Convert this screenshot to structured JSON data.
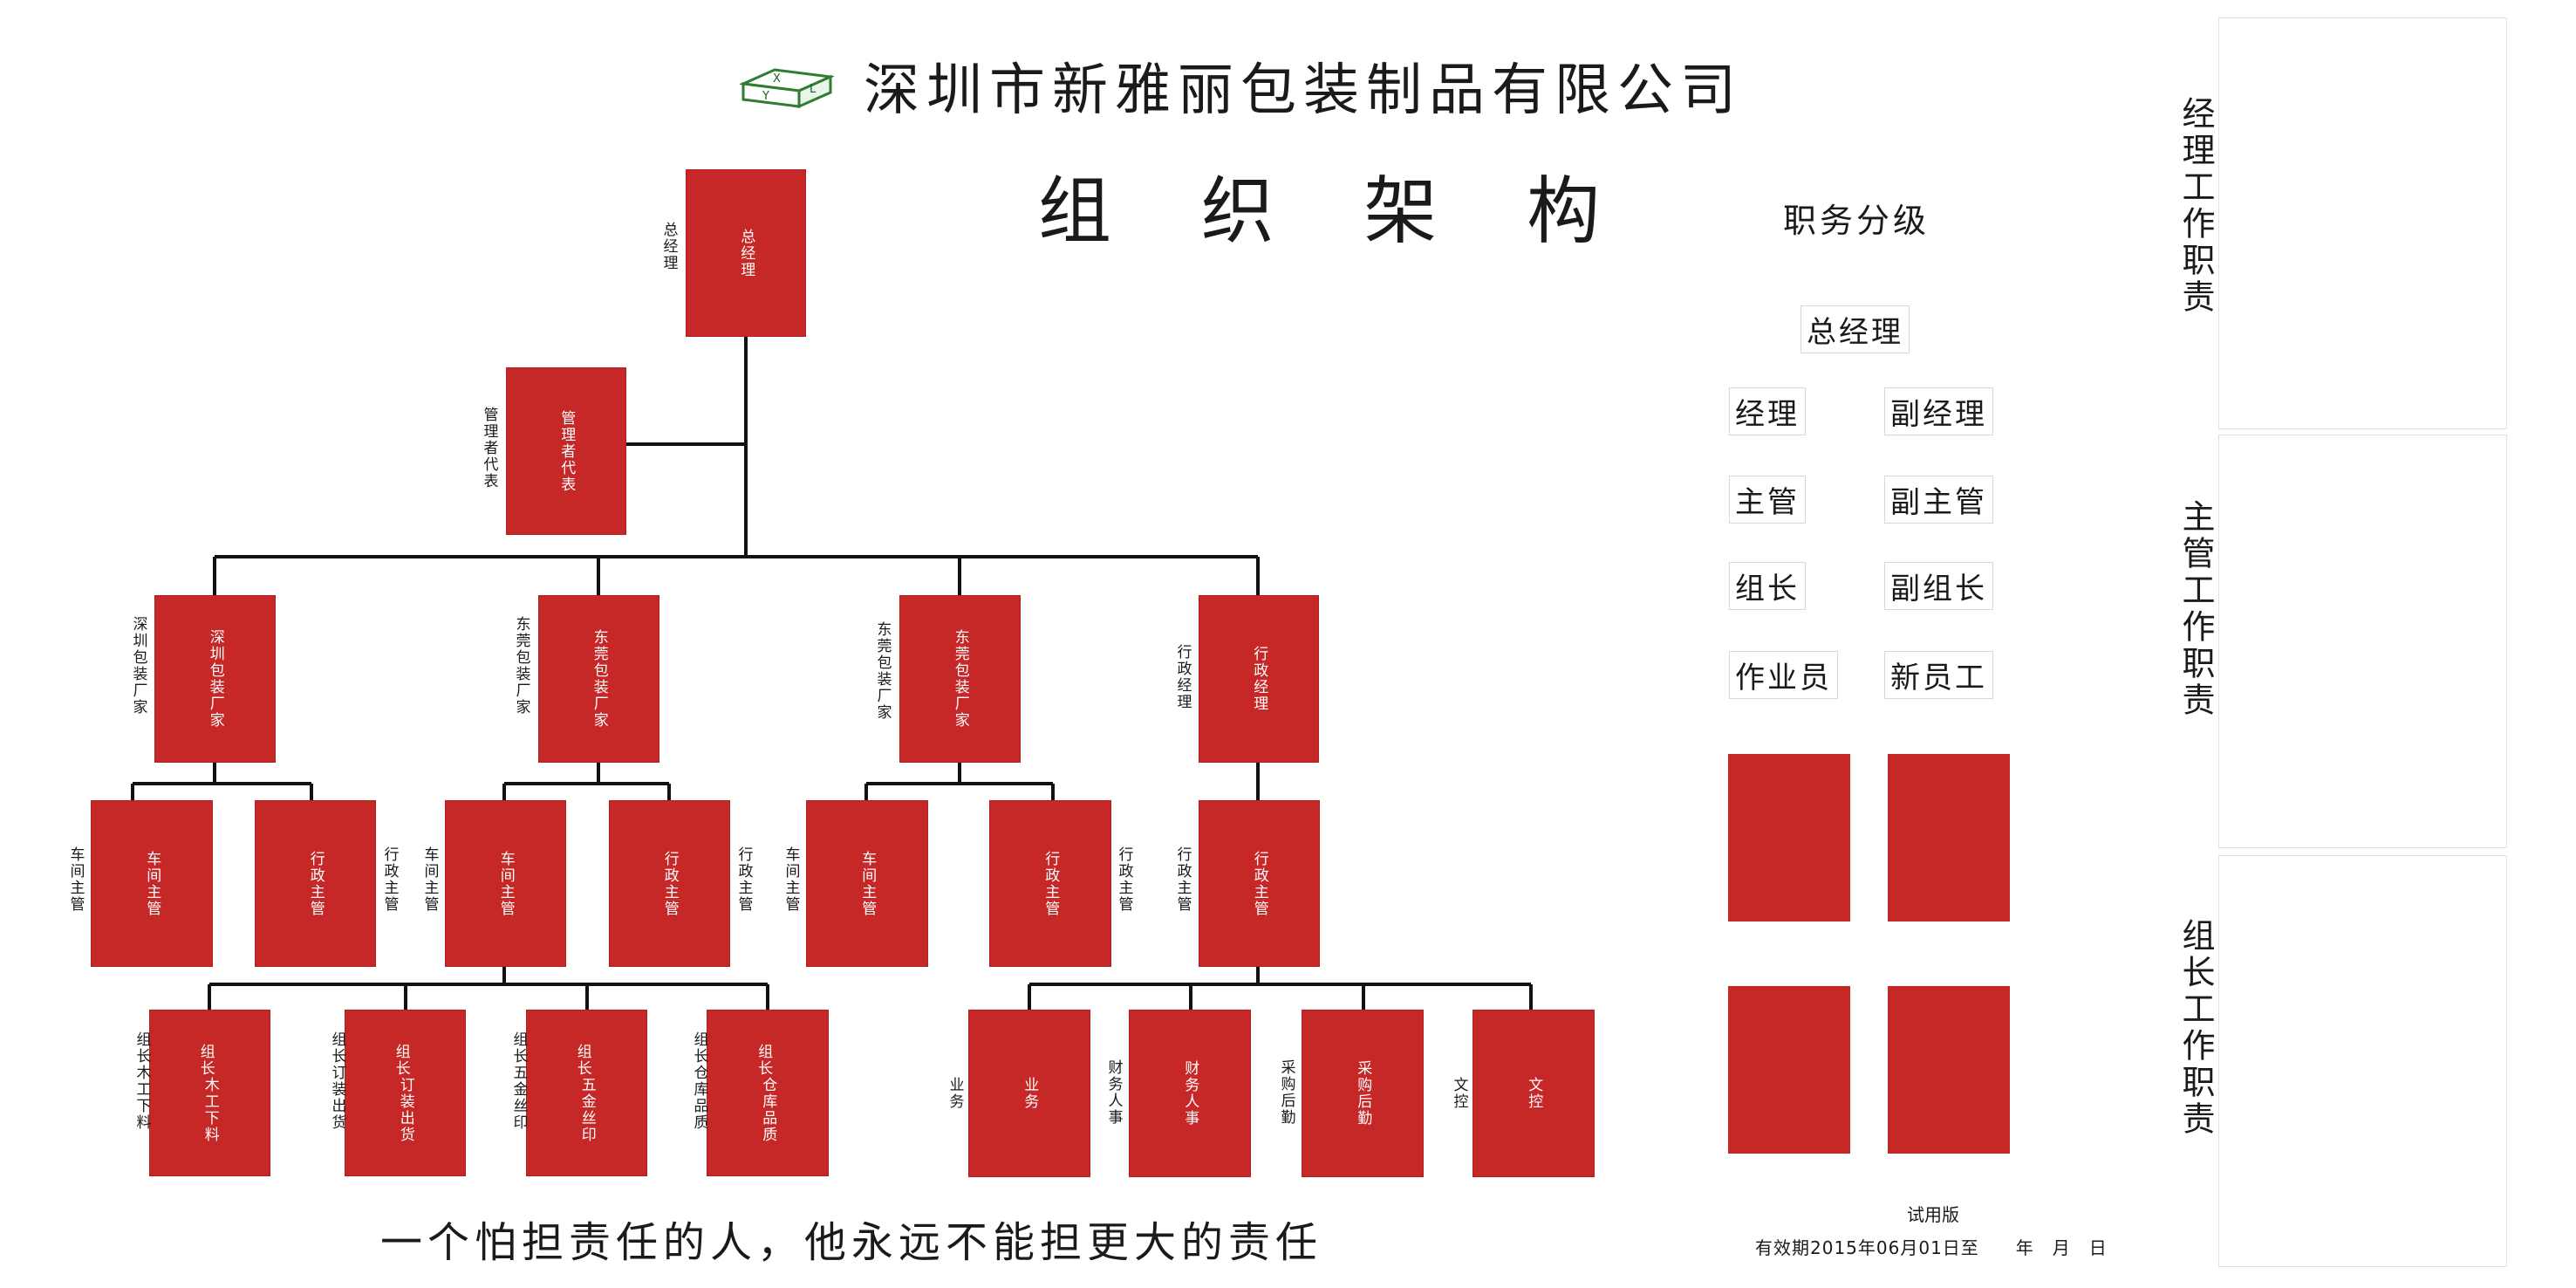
{
  "header": {
    "company": "深圳市新雅丽包装制品有限公司",
    "logo_letters": [
      "X",
      "Y",
      "L"
    ],
    "title": "组 织 架 构"
  },
  "org": {
    "gm": {
      "box": "总经理",
      "side": "总经理"
    },
    "rep": {
      "box": "管理者代表",
      "side": "管理者代表"
    },
    "l2": [
      {
        "box": "深圳包装厂家",
        "side": "深圳包装厂家"
      },
      {
        "box": "东莞包装厂家",
        "side": "东莞包装厂家"
      },
      {
        "box": "东莞包装厂家",
        "side": "东莞包装厂家"
      },
      {
        "box": "行政经理",
        "side": "行政经理"
      }
    ],
    "l3": [
      {
        "box": "车间主管",
        "side": "车间主管"
      },
      {
        "box": "行政主管",
        "side": "行政主管"
      },
      {
        "box": "车间主管",
        "side": "车间主管"
      },
      {
        "box": "行政主管",
        "side": "行政主管"
      },
      {
        "box": "车间主管",
        "side": "车间主管"
      },
      {
        "box": "行政主管",
        "side": "行政主管"
      },
      {
        "box": "行政主管",
        "side": "行政主管"
      }
    ],
    "l4a": [
      {
        "a": "组长",
        "b": "木工下料",
        "sa": "组长",
        "sb": "木工下料"
      },
      {
        "a": "组长",
        "b": "订装出货",
        "sa": "组长",
        "sb": "订装出货"
      },
      {
        "a": "组长",
        "b": "五金丝印",
        "sa": "组长",
        "sb": "五金丝印"
      },
      {
        "a": "组长",
        "b": "仓库品质",
        "sa": "组长",
        "sb": "仓库品质"
      }
    ],
    "l4b": [
      {
        "box": "业务",
        "side": "业务"
      },
      {
        "box": "财务人事",
        "side": "财务人事"
      },
      {
        "box": "采购后勤",
        "side": "采购后勤"
      },
      {
        "box": "文控",
        "side": "文控"
      }
    ]
  },
  "grades": {
    "title": "职务分级",
    "top": "总经理",
    "rows": [
      [
        "经理",
        "副经理"
      ],
      [
        "主管",
        "副主管"
      ],
      [
        "组长",
        "副组长"
      ],
      [
        "作业员",
        "新员工"
      ]
    ]
  },
  "panels": [
    "经理工作职责",
    "主管工作职责",
    "组长工作职责"
  ],
  "footer": {
    "motto": "一个怕担责任的人，他永远不能担更大的责任",
    "trial": "试用版",
    "validity": "有效期2015年06月01日至　　年　月　日"
  },
  "colors": {
    "box": "#c62828",
    "line": "#111111"
  }
}
